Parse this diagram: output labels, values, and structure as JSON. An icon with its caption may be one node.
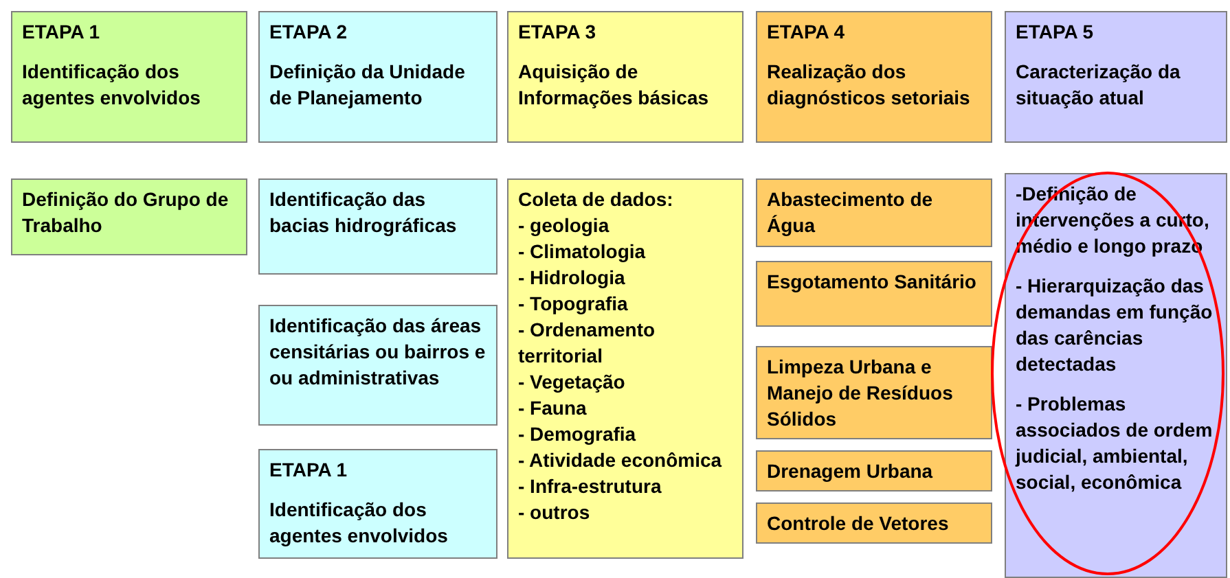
{
  "diagram": {
    "nodes": [
      {
        "text": [
          "ETAPA 1",
          "Identificação dos agentes envolvidos"
        ]
      },
      {
        "text": [
          "ETAPA 2",
          "Definição da Unidade de Planejamento"
        ]
      },
      {
        "text": [
          "ETAPA 3",
          "Aquisição de Informações básicas"
        ]
      },
      {
        "text": [
          "ETAPA 4",
          "Realização dos diagnósticos setoriais"
        ]
      },
      {
        "text": [
          "ETAPA 5",
          "Caracterização da situação atual"
        ]
      },
      {
        "text": [
          "Definição do Grupo de Trabalho"
        ]
      },
      {
        "text": [
          "Identificação das bacias hidrográficas"
        ]
      },
      {
        "text": [
          "Identificação das áreas censitárias ou bairros e ou administrativas"
        ]
      },
      {
        "text": [
          "ETAPA 1",
          "Identificação dos agentes envolvidos"
        ]
      },
      {
        "text": [
          "Coleta de dados:",
          "- geologia",
          "- Climatologia",
          "- Hidrologia",
          "- Topografia",
          "- Ordenamento territorial",
          "- Vegetação",
          "- Fauna",
          "- Demografia",
          "- Atividade econômica",
          "- Infra-estrutura",
          "- outros"
        ]
      },
      {
        "text": [
          "Abastecimento de Água"
        ]
      },
      {
        "text": [
          "Esgotamento Sanitário"
        ]
      },
      {
        "text": [
          "Limpeza Urbana e Manejo de Resíduos Sólidos"
        ]
      },
      {
        "text": [
          "Drenagem Urbana"
        ]
      },
      {
        "text": [
          "Controle de Vetores"
        ]
      },
      {
        "text": [
          "-Definição de intervenções a curto, médio e longo prazo",
          "- Hierarquização das demandas em função das carências detectadas",
          "- Problemas associados de ordem judicial, ambiental, social, econômica"
        ]
      }
    ],
    "edges": []
  }
}
